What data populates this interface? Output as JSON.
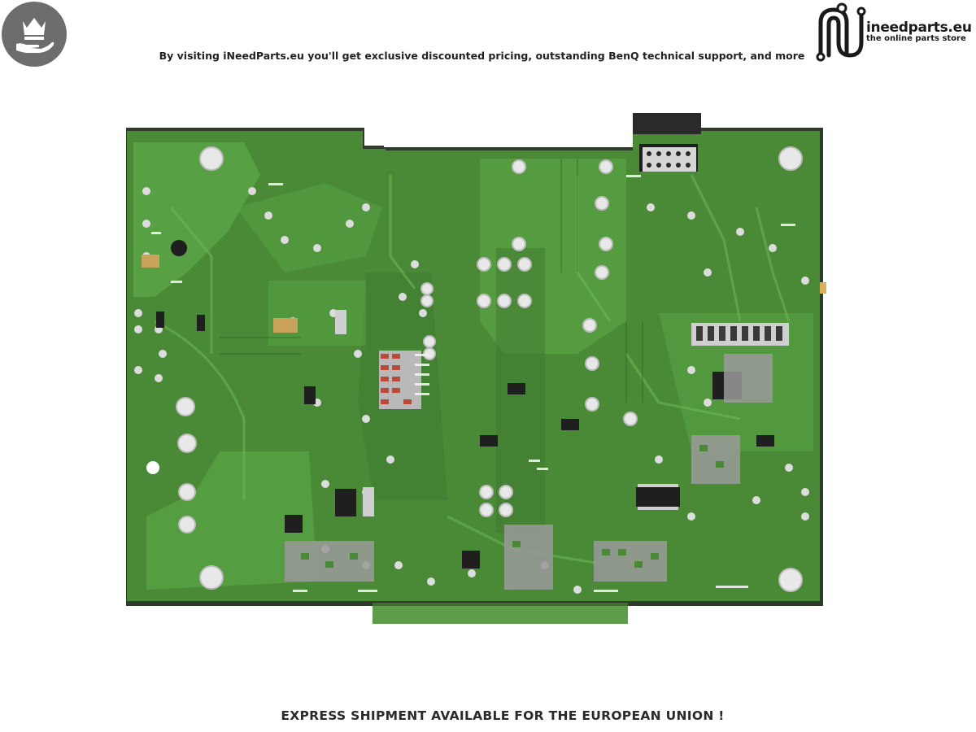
{
  "header": {
    "tagline": "By visiting iNeedParts.eu you'll get exclusive discounted pricing, outstanding BenQ technical support, and more",
    "badge_icon": "crown-hand-icon",
    "logo": {
      "name": "ineedparts.eu",
      "sub": "the online parts store",
      "icon": "circuit-n-icon"
    }
  },
  "product_image": {
    "subject": "power-supply-board-pcb",
    "colors": {
      "board": "#4d8f3a",
      "trace": "#5da447",
      "solder": "#e6e6e6",
      "edge": "#2d2d2d"
    }
  },
  "footer": {
    "notice": "EXPRESS SHIPMENT AVAILABLE FOR THE EUROPEAN UNION !"
  }
}
